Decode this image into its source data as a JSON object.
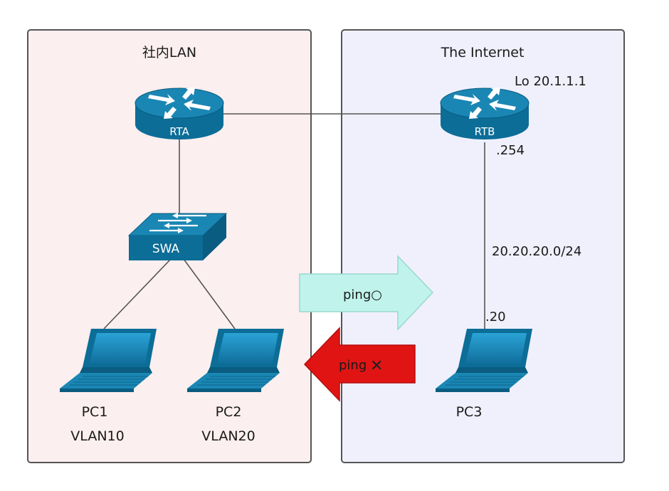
{
  "zones": {
    "lan": {
      "title": "社内LAN",
      "fill": "#fcefef"
    },
    "internet": {
      "title": "The Internet",
      "fill": "#f0f0fc"
    }
  },
  "devices": {
    "rta": {
      "label": "RTA"
    },
    "rtb": {
      "label": "RTB",
      "loopback": "Lo 20.1.1.1",
      "ip_suffix": ".254"
    },
    "swa": {
      "label": "SWA"
    },
    "pc1": {
      "label": "PC1",
      "vlan": "VLAN10"
    },
    "pc2": {
      "label": "PC2",
      "vlan": "VLAN20"
    },
    "pc3": {
      "label": "PC3",
      "ip_suffix": ".20"
    }
  },
  "network": {
    "subnet": "20.20.20.0/24"
  },
  "arrows": {
    "ping_ok": {
      "label": "ping○",
      "fill": "#bff3ec",
      "stroke": "#9ad8d0"
    },
    "ping_ng": {
      "label": "ping",
      "mark": "✕",
      "fill": "#e11414",
      "stroke": "#b40d0d"
    }
  },
  "colors": {
    "device_dark": "#0a5c80",
    "device_mid": "#0c6d97",
    "device_light": "#1a86b4",
    "screen": "#1f93c4",
    "link": "#555555"
  }
}
